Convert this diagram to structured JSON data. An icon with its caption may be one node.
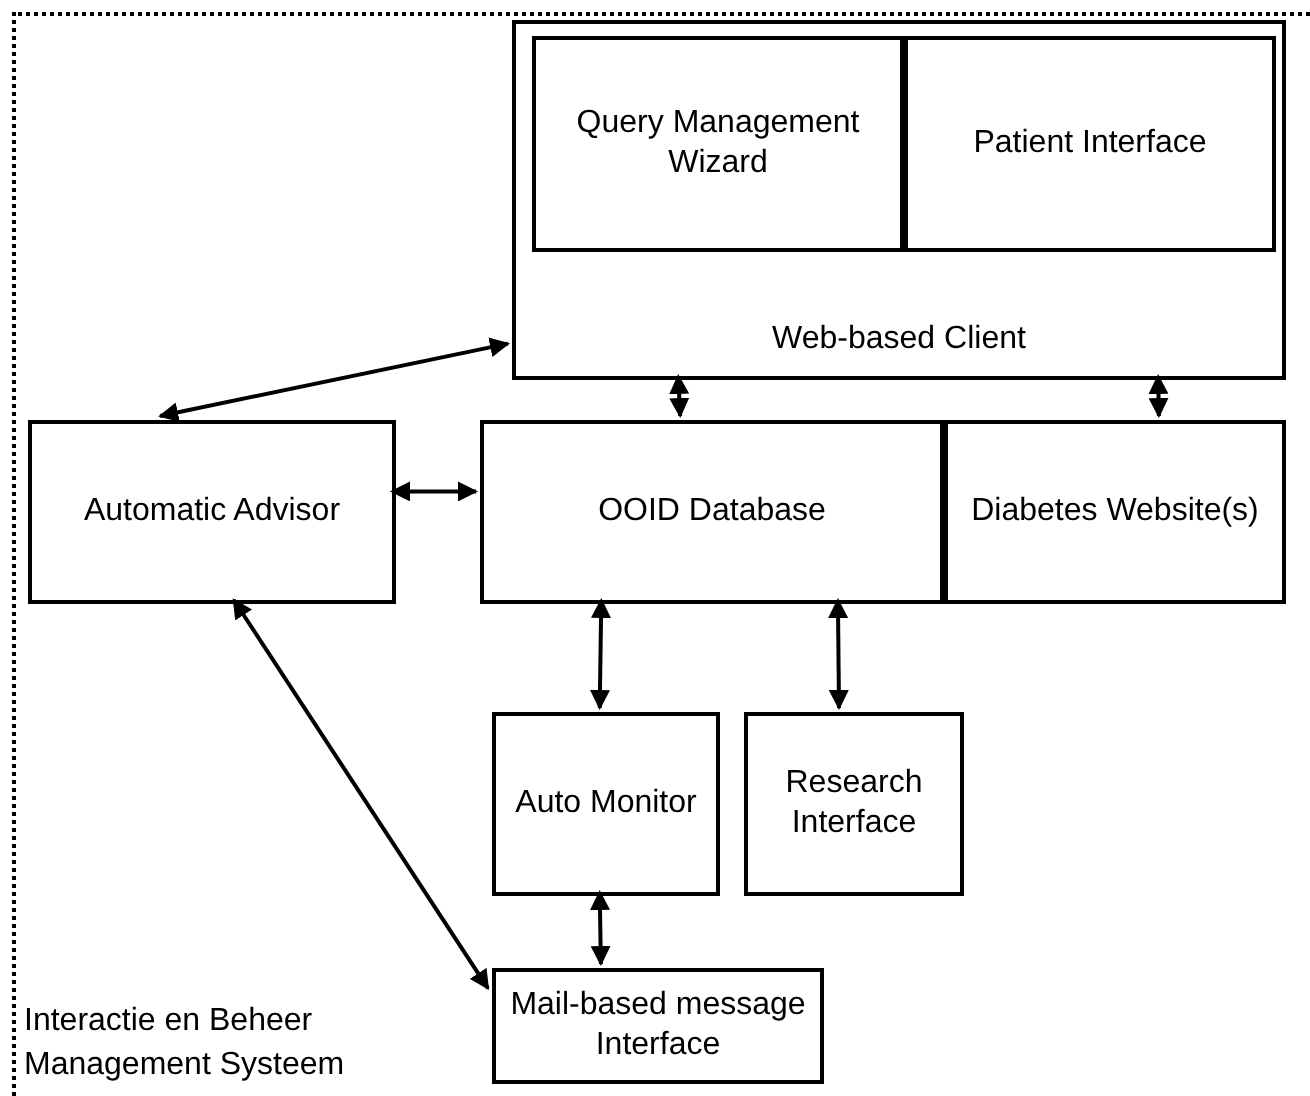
{
  "diagram": {
    "nodes": [
      {
        "text": [
          "Interactie en Beheer Management Systeem"
        ]
      },
      {
        "text": [
          "Web-based Client"
        ],
        "in": 0
      },
      {
        "text": [
          "Query Management Wizard"
        ],
        "in": 1
      },
      {
        "text": [
          "Patient Interface"
        ],
        "in": 1
      },
      {
        "text": [
          "Automatic Advisor"
        ],
        "in": 0
      },
      {
        "text": [
          "OOID Database"
        ],
        "in": 0
      },
      {
        "text": [
          "Diabetes Website(s)"
        ],
        "in": 0
      },
      {
        "text": [
          "Auto Monitor"
        ],
        "in": 0
      },
      {
        "text": [
          "Research Interface"
        ],
        "in": 0
      },
      {
        "text": [
          "Mail-based message Interface"
        ],
        "in": 0
      }
    ],
    "edges": [
      {
        "from": 4,
        "to": 1,
        "arrow": "both"
      },
      {
        "from": 1,
        "to": 5,
        "arrow": "both"
      },
      {
        "from": 1,
        "to": 6,
        "arrow": "both"
      },
      {
        "from": 4,
        "to": 5,
        "arrow": "both"
      },
      {
        "from": 5,
        "to": 7,
        "arrow": "both"
      },
      {
        "from": 5,
        "to": 8,
        "arrow": "both"
      },
      {
        "from": 7,
        "to": 9,
        "arrow": "both"
      },
      {
        "from": 4,
        "to": 9,
        "arrow": "both"
      }
    ]
  }
}
